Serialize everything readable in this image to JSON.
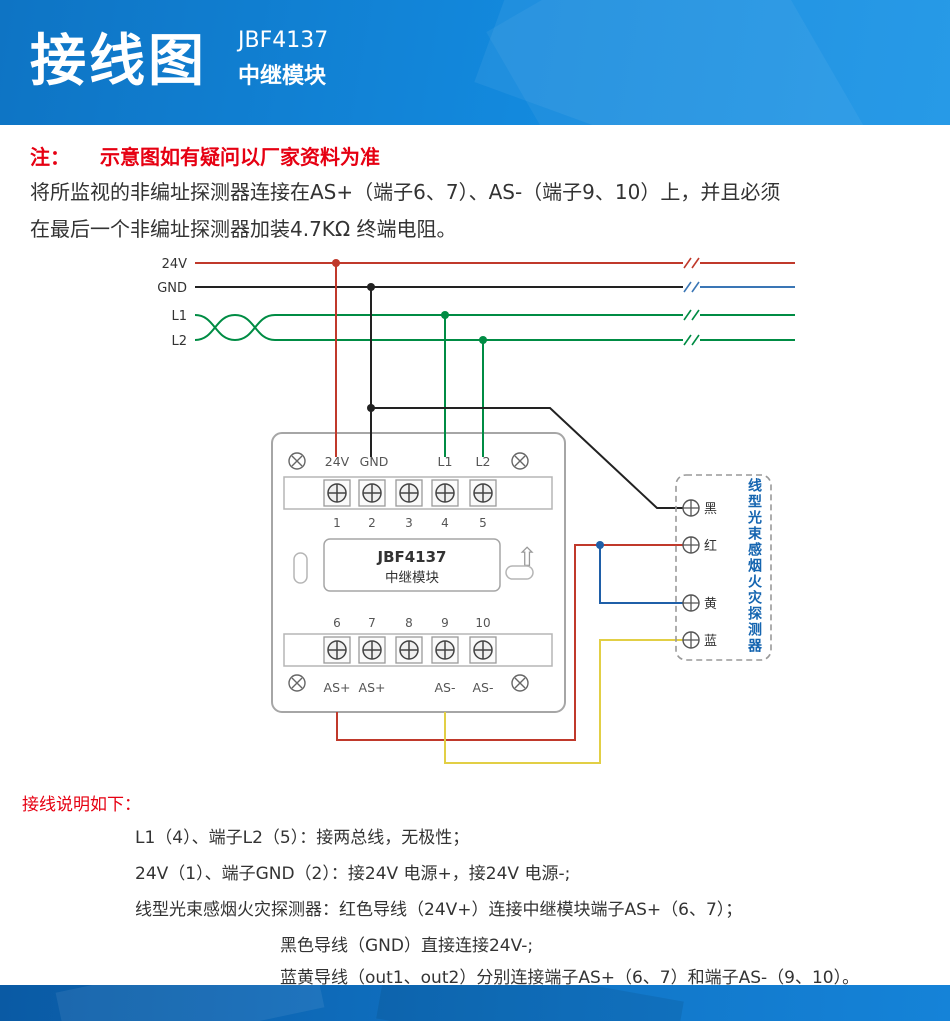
{
  "header": {
    "title": "接线图",
    "model": "JBF4137",
    "subtitle": "中继模块"
  },
  "note": {
    "prefix": "注：",
    "text": "示意图如有疑问以厂家资料为准"
  },
  "description": {
    "line1": "将所监视的非编址探测器连接在AS+（端子6、7）、AS-（端子9、10）上，并且必须",
    "line2": "在最后一个非编址探测器加装4.7KΩ 终端电阻。"
  },
  "diagram": {
    "bus_labels": [
      "24V",
      "GND",
      "L1",
      "L2"
    ],
    "module": {
      "name": "JBF4137",
      "type": "中继模块",
      "top_terminal_labels": [
        "24V",
        "GND",
        "L1",
        "L2"
      ],
      "top_terminal_numbers": [
        "1",
        "2",
        "3",
        "4",
        "5"
      ],
      "bottom_terminal_numbers": [
        "6",
        "7",
        "8",
        "9",
        "10"
      ],
      "bottom_terminal_labels": [
        "AS+",
        "AS+",
        "AS-",
        "AS-"
      ]
    },
    "detector": {
      "name": "线型光束感烟火灾探测器",
      "terminal_labels": [
        "黑",
        "红",
        "黄",
        "蓝"
      ]
    },
    "wire_colors": {
      "power_24v_red": "#c0392b",
      "gnd_black": "#222222",
      "gnd_continuation_blue": "#3a76b5",
      "loop_green": "#008c44",
      "out_blue": "#1f5fa8",
      "out_yellow": "#e2cf45"
    }
  },
  "icons": {
    "up_arrow": "⇧"
  },
  "instructions": {
    "heading": "接线说明如下：",
    "lines": [
      "L1（4）、端子L2（5）：接两总线，无极性；",
      "24V（1）、端子GND（2）：接24V 电源+，接24V 电源-;",
      "线型光束感烟火灾探测器：红色导线（24V+）连接中继模块端子AS+（6、7）；",
      "黑色导线（GND）直接连接24V-;",
      "蓝黄导线（out1、out2）分别连接端子AS+（6、7）和端子AS-（9、10）。"
    ]
  }
}
